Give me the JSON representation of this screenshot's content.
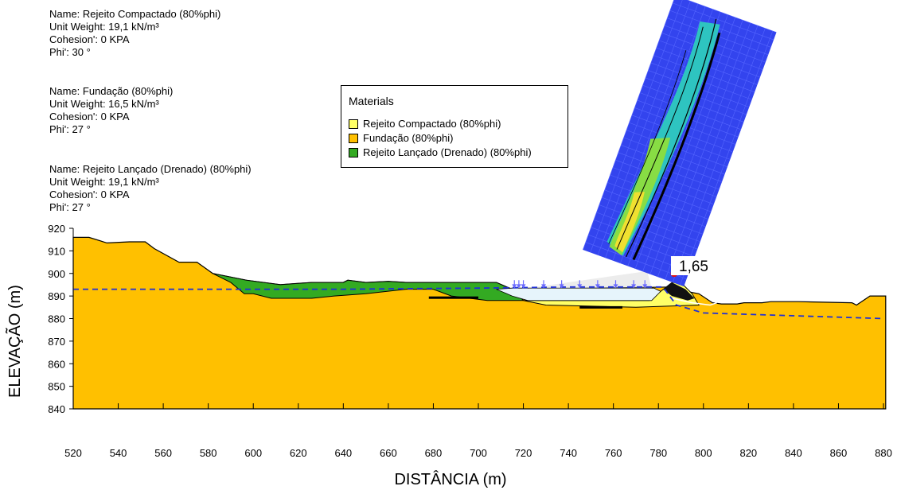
{
  "materials_info": [
    {
      "name": "Name: Rejeito Compactado (80%phi)",
      "unit_weight": "Unit Weight: 19,1 kN/m³",
      "cohesion": "Cohesion': 0 KPA",
      "phi": "Phi': 30 °"
    },
    {
      "name": "Name: Fundação (80%phi)",
      "unit_weight": "Unit Weight: 16,5 kN/m³",
      "cohesion": "Cohesion': 0 KPA",
      "phi": "Phi': 27 °"
    },
    {
      "name": "Name: Rejeito Lançado (Drenado) (80%phi)",
      "unit_weight": "Unit Weight: 19,1 kN/m³",
      "cohesion": "Cohesion': 0 KPA",
      "phi": "Phi': 27 °"
    }
  ],
  "legend": {
    "title": "Materials",
    "items": [
      {
        "label": "Rejeito Compactado (80%phi)",
        "color": "#ffff66"
      },
      {
        "label": "Fundação (80%phi)",
        "color": "#ffc000"
      },
      {
        "label": "Rejeito Lançado (Drenado) (80%phi)",
        "color": "#33aa22"
      }
    ]
  },
  "factor_of_safety": "1,65",
  "colors": {
    "foundation": "#ffc000",
    "compacted": "#ffff66",
    "drained": "#33aa22",
    "water_line": "#1f2fd6",
    "grid_point": "#3344ee",
    "critical_point": "#e01010"
  },
  "chart_data": {
    "type": "area",
    "xlabel": "DISTÂNCIA (m)",
    "ylabel": "ELEVAÇÃO (m)",
    "xlim": [
      520,
      880
    ],
    "ylim": [
      840,
      920
    ],
    "x_ticks": [
      520,
      540,
      560,
      580,
      600,
      620,
      640,
      660,
      680,
      700,
      720,
      740,
      760,
      780,
      800,
      820,
      840,
      860,
      880
    ],
    "y_ticks": [
      840,
      850,
      860,
      870,
      880,
      890,
      900,
      910,
      920
    ],
    "grid": false,
    "ground_surface": {
      "x": [
        520,
        527,
        535,
        545,
        552,
        556,
        567,
        575,
        582,
        597,
        612,
        626,
        640,
        642,
        650,
        660,
        668,
        708,
        715,
        786,
        790,
        798,
        804,
        808,
        815,
        818,
        826,
        830,
        835,
        842,
        866,
        868,
        874,
        881
      ],
      "y": [
        916,
        916,
        913.5,
        914,
        914,
        911,
        905,
        905,
        900,
        897,
        895,
        896,
        896,
        897,
        896,
        896.5,
        896,
        896,
        893,
        894,
        892.5,
        891,
        887,
        886.5,
        886.5,
        887,
        887,
        887.5,
        887.5,
        887.5,
        887,
        886,
        890,
        890
      ]
    },
    "drained_tailings": {
      "x": [
        582,
        597,
        612,
        626,
        640,
        642,
        650,
        660,
        668,
        708,
        715,
        720,
        704,
        688,
        680,
        668,
        650,
        636,
        626,
        608,
        600,
        596,
        590,
        582
      ],
      "y": [
        900,
        897,
        895,
        896,
        896,
        897,
        896,
        896.5,
        896,
        896,
        893,
        888,
        888,
        890,
        893,
        893,
        891,
        890,
        889,
        889,
        891,
        891,
        896,
        900
      ]
    },
    "compacted_tailings": {
      "x": [
        720,
        776,
        781,
        786,
        790,
        795,
        798,
        770,
        730,
        720
      ],
      "y": [
        888,
        888,
        892,
        896,
        896,
        891,
        886,
        885,
        886,
        888
      ]
    },
    "pond": {
      "x": [
        708,
        715,
        778,
        781,
        777,
        722,
        715
      ],
      "y": [
        893,
        893.5,
        893.5,
        892,
        888,
        888,
        890
      ]
    },
    "phreatic_line": {
      "x": [
        520,
        580,
        610,
        640,
        700,
        740,
        782,
        788,
        800,
        880
      ],
      "y": [
        893,
        893,
        893,
        893,
        893.5,
        894,
        894,
        886,
        882.5,
        880
      ]
    },
    "series": [
      {
        "name": "Rejeito Compactado (80%phi)",
        "color": "#ffff66"
      },
      {
        "name": "Fundação (80%phi)",
        "color": "#ffc000"
      },
      {
        "name": "Rejeito Lançado (Drenado) (80%phi)",
        "color": "#33aa22"
      }
    ],
    "critical_center": {
      "x": 787,
      "y": 900,
      "fs": 1.65
    }
  }
}
